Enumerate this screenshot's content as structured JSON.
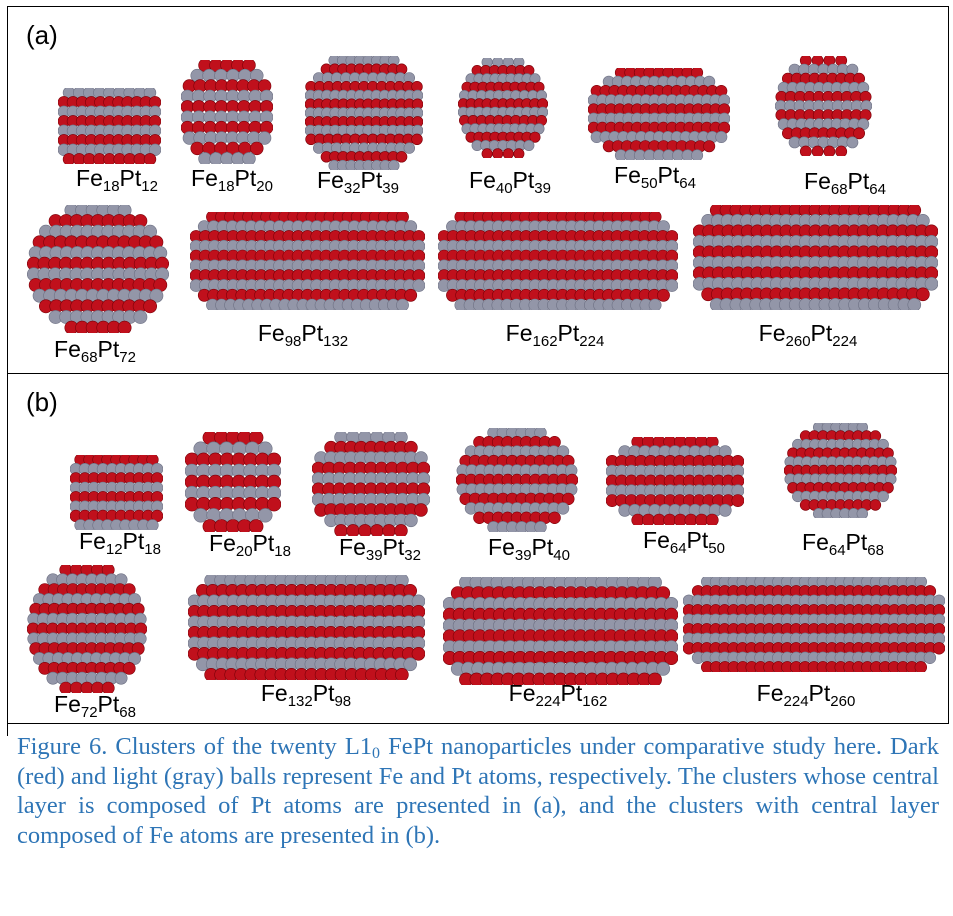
{
  "colors": {
    "fe": "#c0101c",
    "pt": "#9396a8",
    "caption": "#2e75b6"
  },
  "panels": [
    {
      "label": "(a)",
      "clusters": [
        {
          "fe": "Fe",
          "fe_n": "18",
          "pt": "Pt",
          "pt_n": "12",
          "center": "pt",
          "shape": "box"
        },
        {
          "fe": "Fe",
          "fe_n": "18",
          "pt": "Pt",
          "pt_n": "20",
          "center": "pt",
          "shape": "oct"
        },
        {
          "fe": "Fe",
          "fe_n": "32",
          "pt": "Pt",
          "pt_n": "39",
          "center": "pt",
          "shape": "oct"
        },
        {
          "fe": "Fe",
          "fe_n": "40",
          "pt": "Pt",
          "pt_n": "39",
          "center": "pt",
          "shape": "sph"
        },
        {
          "fe": "Fe",
          "fe_n": "50",
          "pt": "Pt",
          "pt_n": "64",
          "center": "pt",
          "shape": "oct"
        },
        {
          "fe": "Fe",
          "fe_n": "68",
          "pt": "Pt",
          "pt_n": "64",
          "center": "pt",
          "shape": "sph"
        },
        {
          "fe": "Fe",
          "fe_n": "68",
          "pt": "Pt",
          "pt_n": "72",
          "center": "pt",
          "shape": "sph"
        },
        {
          "fe": "Fe",
          "fe_n": "98",
          "pt": "Pt",
          "pt_n": "132",
          "center": "pt",
          "shape": "long"
        },
        {
          "fe": "Fe",
          "fe_n": "162",
          "pt": "Pt",
          "pt_n": "224",
          "center": "pt",
          "shape": "long"
        },
        {
          "fe": "Fe",
          "fe_n": "260",
          "pt": "Pt",
          "pt_n": "224",
          "center": "pt",
          "shape": "long"
        }
      ]
    },
    {
      "label": "(b)",
      "clusters": [
        {
          "fe": "Fe",
          "fe_n": "12",
          "pt": "Pt",
          "pt_n": "18",
          "center": "fe",
          "shape": "box"
        },
        {
          "fe": "Fe",
          "fe_n": "20",
          "pt": "Pt",
          "pt_n": "18",
          "center": "fe",
          "shape": "oct"
        },
        {
          "fe": "Fe",
          "fe_n": "39",
          "pt": "Pt",
          "pt_n": "32",
          "center": "fe",
          "shape": "oct"
        },
        {
          "fe": "Fe",
          "fe_n": "39",
          "pt": "Pt",
          "pt_n": "40",
          "center": "fe",
          "shape": "sph"
        },
        {
          "fe": "Fe",
          "fe_n": "64",
          "pt": "Pt",
          "pt_n": "50",
          "center": "fe",
          "shape": "oct"
        },
        {
          "fe": "Fe",
          "fe_n": "64",
          "pt": "Pt",
          "pt_n": "68",
          "center": "fe",
          "shape": "sph"
        },
        {
          "fe": "Fe",
          "fe_n": "72",
          "pt": "Pt",
          "pt_n": "68",
          "center": "fe",
          "shape": "sph"
        },
        {
          "fe": "Fe",
          "fe_n": "132",
          "pt": "Pt",
          "pt_n": "98",
          "center": "fe",
          "shape": "long"
        },
        {
          "fe": "Fe",
          "fe_n": "224",
          "pt": "Pt",
          "pt_n": "162",
          "center": "fe",
          "shape": "long"
        },
        {
          "fe": "Fe",
          "fe_n": "224",
          "pt": "Pt",
          "pt_n": "260",
          "center": "fe",
          "shape": "long"
        }
      ]
    }
  ],
  "caption": {
    "part1": "Figure 6. Clusters of the twenty L1",
    "sub": "0",
    "part2": " FePt nanoparticles under comparative study here. Dark (red) and light (gray) balls represent Fe and Pt atoms, respectively. The clusters whose central layer is composed of Pt atoms are presented in (a), and the clusters with central layer composed of Fe atoms are presented in (b)."
  }
}
